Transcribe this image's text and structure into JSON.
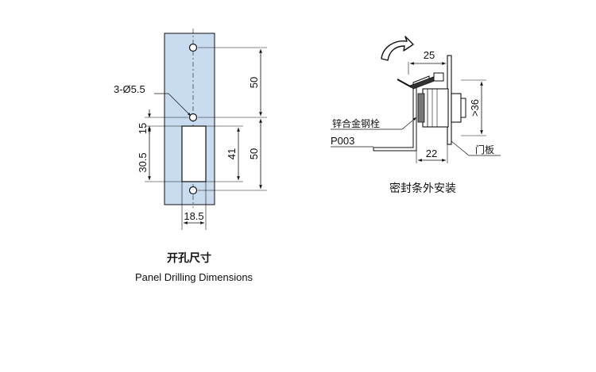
{
  "panel_drilling": {
    "hole_note": "3-Ø5.5",
    "dim_top_pitch": "50",
    "dim_bottom_pitch": "50",
    "dim_cutout_height": "41",
    "dim_offset": "15",
    "dim_slot": "30.5",
    "dim_width": "18.5",
    "caption_cn": "开孔尺寸",
    "caption_en": "Panel Drilling Dimensions"
  },
  "seal_install": {
    "dim_depth": "25",
    "dim_panel": ">36",
    "dim_bracket": "22",
    "label_bolt": "锌合金钢栓",
    "label_part": "P003",
    "label_door": "门板",
    "caption_cn": "密封条外安装"
  },
  "colors": {
    "panel_fill": "#c9dcef",
    "line": "#111111"
  }
}
